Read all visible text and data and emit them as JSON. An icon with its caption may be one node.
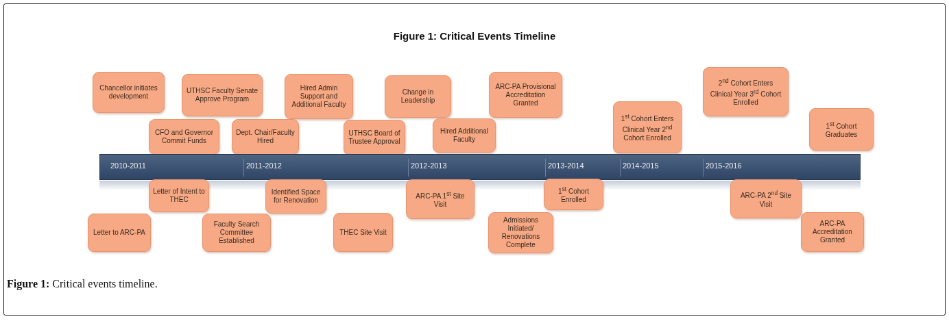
{
  "diagram": {
    "title": "Figure 1: Critical Events Timeline",
    "caption": "**Figure 1:** Critical events timeline.",
    "nodes": [
      {
        "text": [
          "Chancellor initiates development"
        ]
      },
      {
        "text": [
          "UTHSC Faculty Senate Approve Program"
        ]
      },
      {
        "text": [
          "Hired Admin Support and Additional Faculty"
        ]
      },
      {
        "text": [
          "Change in Leadership"
        ]
      },
      {
        "text": [
          "ARC-PA Provisional Accreditation Granted"
        ]
      },
      {
        "text": [
          "2$^{nd}$ Cohort Enters Clinical Year 3$^{rd}$ Cohort Enrolled"
        ]
      },
      {
        "text": [
          "CFO and Governor Commit Funds"
        ]
      },
      {
        "text": [
          "Dept. Chair/Faculty Hired"
        ]
      },
      {
        "text": [
          "UTHSC Board of Trustee Approval"
        ]
      },
      {
        "text": [
          "Hired Additional Faculty"
        ]
      },
      {
        "text": [
          "1$^{st}$ Cohort Enters Clinical Year 2$^{nd}$ Cohort Enrolled"
        ]
      },
      {
        "text": [
          "1$^{st}$ Cohort Graduates"
        ]
      },
      {
        "text": [
          "2010-2011",
          "2011-2012",
          "2012-2013",
          "2013-2014",
          "2014-2015",
          "2015-2016"
        ]
      },
      {
        "text": [
          "Letter of Intent to THEC"
        ]
      },
      {
        "text": [
          "Identified Space for Renovation"
        ]
      },
      {
        "text": [
          "ARC-PA 1$^{st}$ Site Visit"
        ]
      },
      {
        "text": [
          "1$^{st}$ Cohort Enrolled"
        ]
      },
      {
        "text": [
          "ARC-PA 2$^{nd}$ Site Visit"
        ]
      },
      {
        "text": [
          "Letter to ARC-PA"
        ]
      },
      {
        "text": [
          "Faculty Search Committee Established"
        ]
      },
      {
        "text": [
          "THEC Site Visit"
        ]
      },
      {
        "text": [
          "Admissions Initiated/ Renovations Complete"
        ]
      },
      {
        "text": [
          "ARC-PA Accreditation Granted"
        ]
      }
    ]
  }
}
